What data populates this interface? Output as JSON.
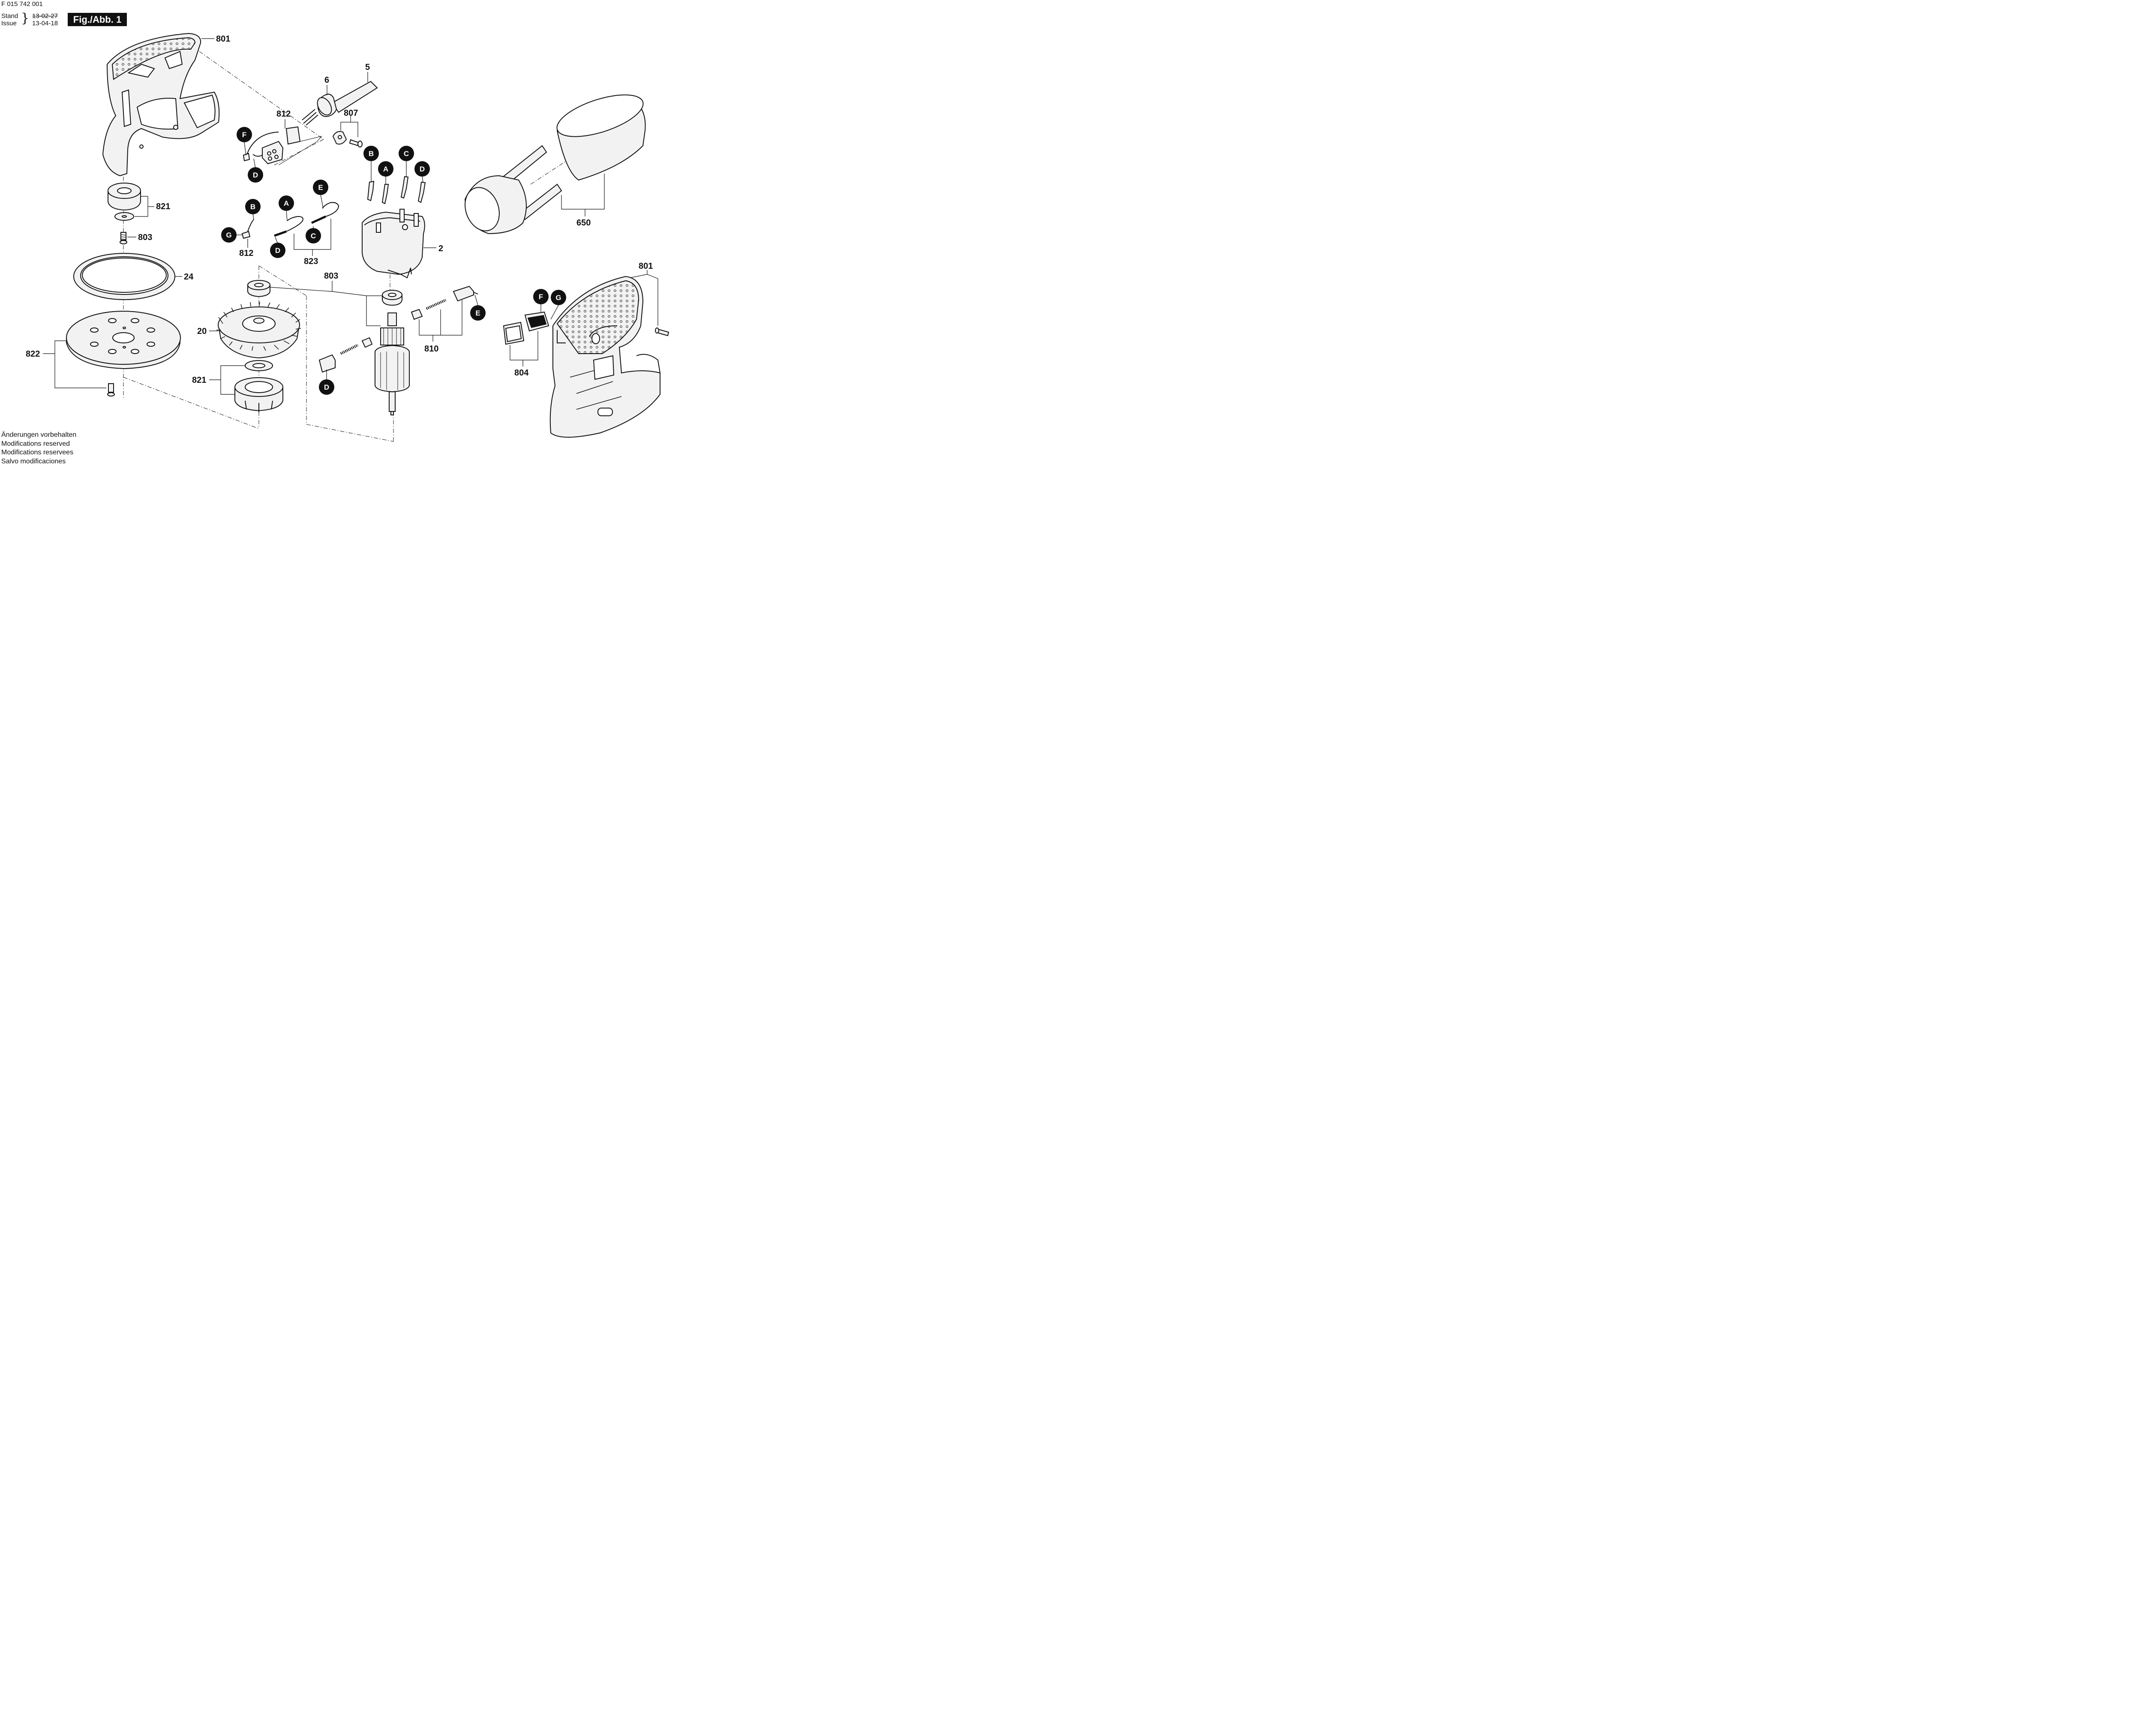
{
  "header": {
    "part_number": "F 015 742 001",
    "stand_label": "Stand",
    "issue_label": "Issue",
    "stand_date": "13-02-27",
    "issue_date": "13-04-18",
    "figure_label": "Fig./Abb. 1"
  },
  "callouts": {
    "c801_top": "801",
    "c5": "5",
    "c6": "6",
    "c812_top": "812",
    "c807": "807",
    "c821_top": "821",
    "c803_left": "803",
    "c24": "24",
    "c822": "822",
    "c812_mid": "812",
    "c823": "823",
    "c2": "2",
    "c803_mid": "803",
    "c20": "20",
    "c821_bottom": "821",
    "c810": "810",
    "c650": "650",
    "c801_right": "801",
    "c804": "804"
  },
  "markers": {
    "F_top": "F",
    "D_top": "D",
    "B_top": "B",
    "A_top": "A",
    "C_top": "C",
    "D_top2": "D",
    "E_mid": "E",
    "A_mid": "A",
    "B_mid": "B",
    "G_mid": "G",
    "C_mid": "C",
    "D_mid": "D",
    "E_right": "E",
    "D_bottom": "D",
    "F_right": "F",
    "G_right": "G"
  },
  "notes": [
    "Änderungen vorbehalten",
    "Modifications reserved",
    "Modifications reservees",
    "Salvo modificaciones"
  ],
  "colors": {
    "ink": "#111111",
    "marker_fill": "#111111",
    "marker_text": "#ffffff",
    "part_fill": "#f2f2f2"
  }
}
